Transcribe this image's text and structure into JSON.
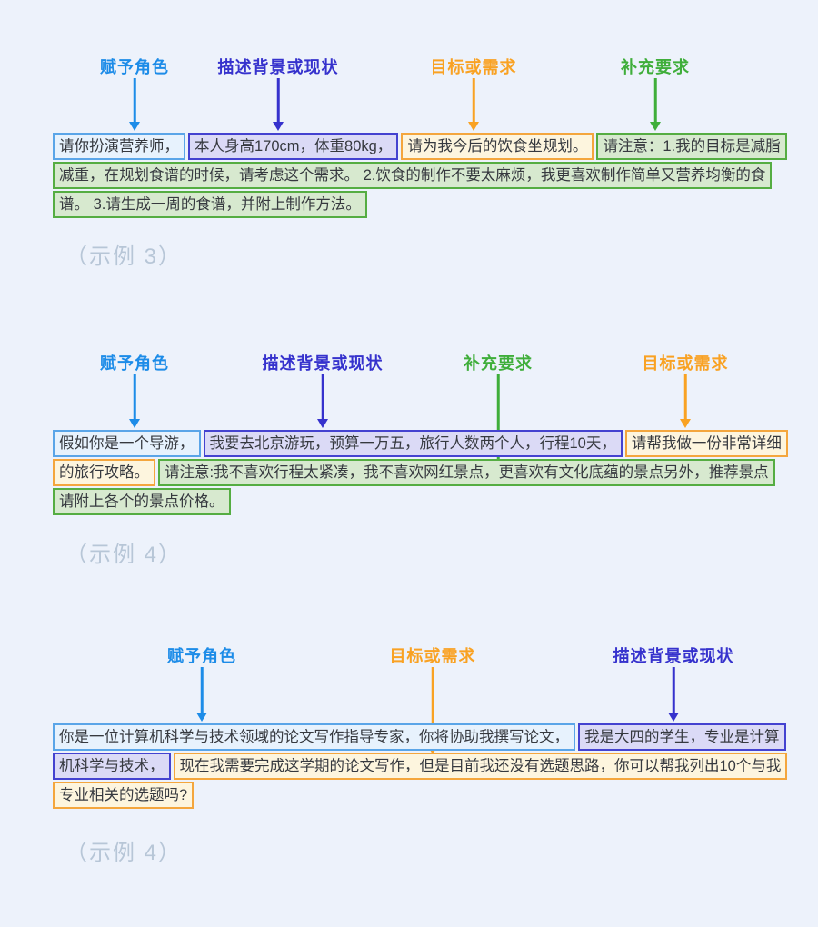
{
  "colors": {
    "page_background": "#edf2fb",
    "prompt_text": "#36393f",
    "caption": "#b7c6d7",
    "categories": {
      "role": {
        "label_text_color": "#1d8ce8",
        "box_border": "#5aa5e8",
        "box_fill": "#e7f2fd"
      },
      "background": {
        "label_text_color": "#3632cd",
        "box_border": "#4442d0",
        "box_fill": "#dbdaf6"
      },
      "goal": {
        "label_text_color": "#f9a223",
        "box_border": "#f4a63d",
        "box_fill": "#fdf5de"
      },
      "supplement": {
        "label_text_color": "#3fae3a",
        "box_border": "#55ad42",
        "box_fill": "#d7e9cf"
      }
    }
  },
  "category_labels": {
    "role": "赋予角色",
    "background": "描述背景或现状",
    "goal": "目标或需求",
    "supplement": "补充要求"
  },
  "examples": [
    {
      "caption": "（示例 3）",
      "segments": {
        "role": "请你扮演营养师，",
        "background": "本人身高170cm，体重80kg，",
        "goal": "请为我今后的饮食坐规划。",
        "supplement": "请注意：1.我的目标是减脂减重，在规划食谱的时候，请考虑这个需求。 2.饮食的制作不要太麻烦，我更喜欢制作简单又营养均衡的食谱。 3.请生成一周的食谱，并附上制作方法。"
      }
    },
    {
      "caption": "（示例 4）",
      "segments": {
        "role": "假如你是一个导游，",
        "background": "我要去北京游玩，预算一万五，旅行人数两个人，行程10天，",
        "goal": "请帮我做一份非常详细的旅行攻略。",
        "supplement": "请注意:我不喜欢行程太紧凑，我不喜欢网红景点，更喜欢有文化底蕴的景点另外，推荐景点请附上各个的景点价格。"
      }
    },
    {
      "caption": "（示例 4）",
      "segments": {
        "role": "你是一位计算机科学与技术领域的论文写作指导专家，你将协助我撰写论文，",
        "background": "我是大四的学生，专业是计算机科学与技术，",
        "goal": "现在我需要完成这学期的论文写作，但是目前我还没有选题思路，你可以帮我列出10个与我专业相关的选题吗?"
      }
    }
  ]
}
